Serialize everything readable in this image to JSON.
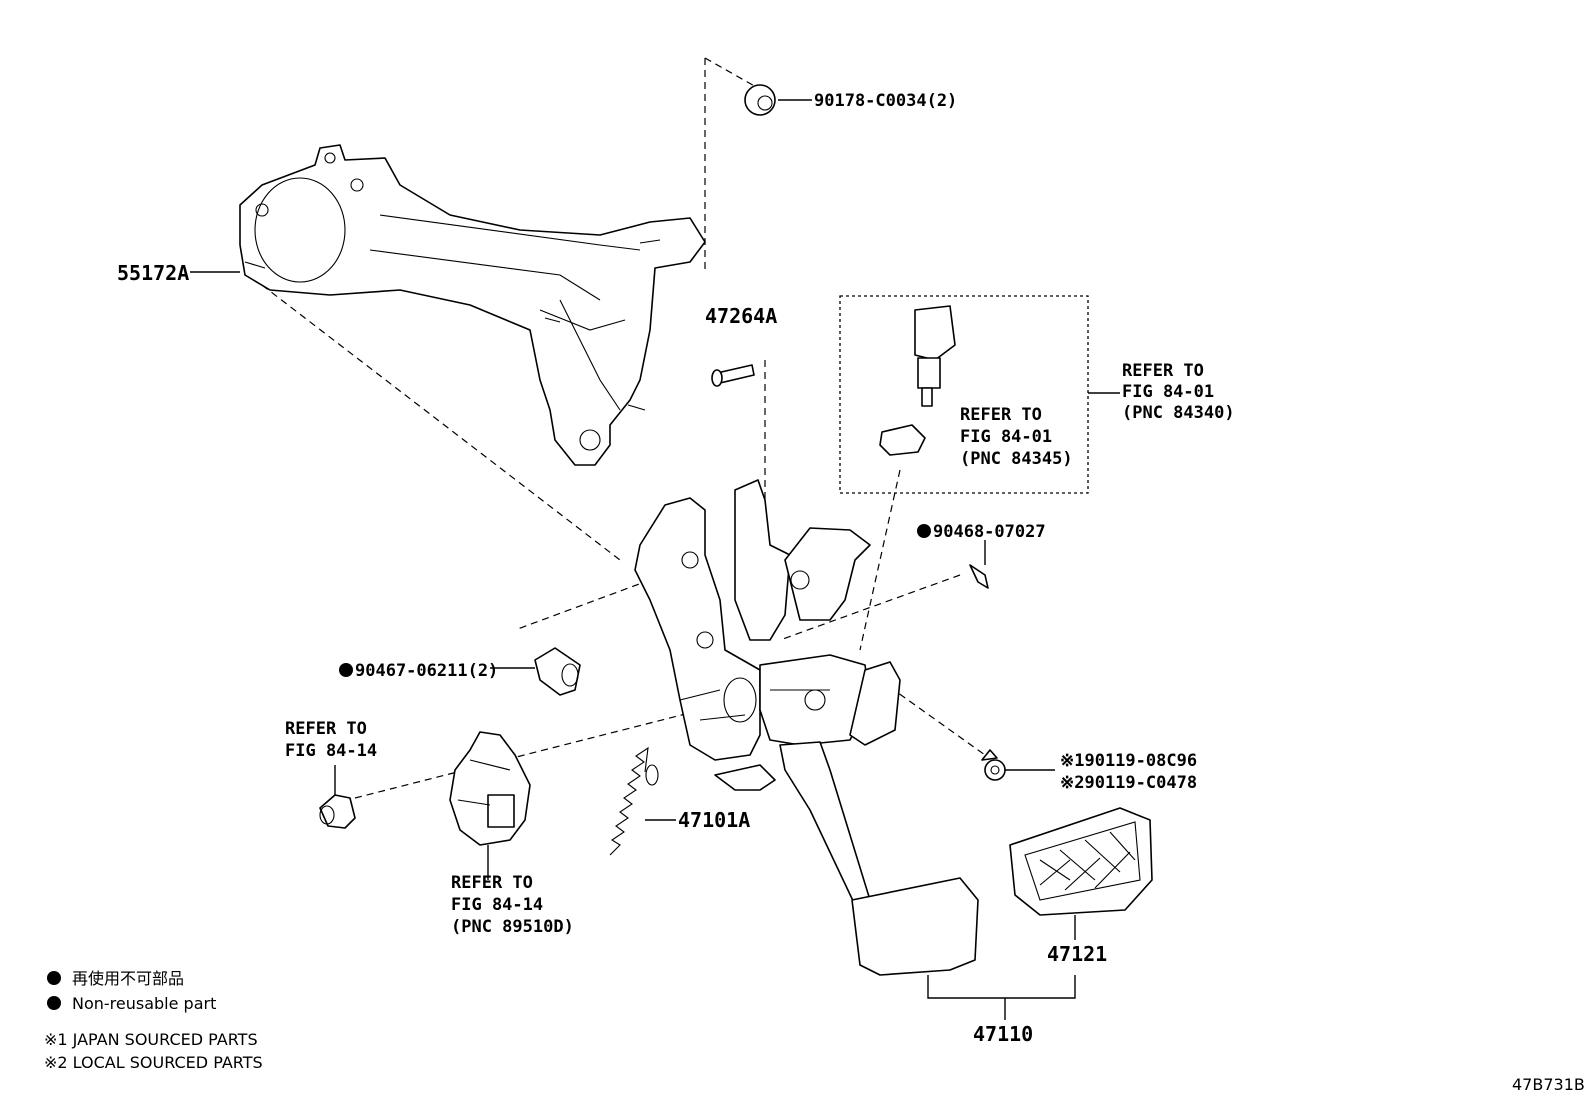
{
  "labels": {
    "nut_top": "90178-C0034(2)",
    "support": "55172A",
    "pin": "47264A",
    "refer_top_outer_1": "REFER TO",
    "refer_top_outer_2": "FIG 84-01",
    "refer_top_outer_3": "(PNC 84340)",
    "refer_top_inner_1": "REFER TO",
    "refer_top_inner_2": "FIG 84-01",
    "refer_top_inner_3": "(PNC 84345)",
    "clip": "90468-07027",
    "cushion": "90467-06211(2)",
    "refer_left_1": "REFER TO",
    "refer_left_2": "FIG 84-14",
    "refer_bottom_1": "REFER TO",
    "refer_bottom_2": "FIG 84-14",
    "refer_bottom_3": "(PNC 89510D)",
    "spring": "47101A",
    "bolt_1": "※190119-08C96",
    "bolt_2": "※290119-C0478",
    "pad": "47121",
    "pedal_assy": "47110",
    "figure_id": "47B731B"
  },
  "legend": {
    "line1": "再使用不可部品",
    "line2": "Non-reusable part",
    "line3": "※1 JAPAN SOURCED PARTS",
    "line4": "※2 LOCAL SOURCED PARTS"
  },
  "colors": {
    "ink": "#000000",
    "paper": "#ffffff"
  }
}
